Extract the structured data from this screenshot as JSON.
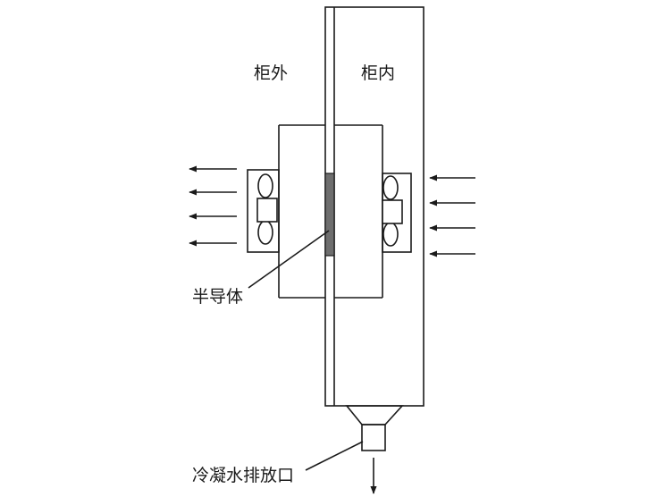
{
  "labels": {
    "outside": "柜外",
    "inside": "柜内",
    "semiconductor": "半导体",
    "drain": "冷凝水排放口"
  },
  "colors": {
    "line": "#1a1a1a",
    "semiconductor_fill": "#6e6e6e",
    "background": "#ffffff"
  }
}
